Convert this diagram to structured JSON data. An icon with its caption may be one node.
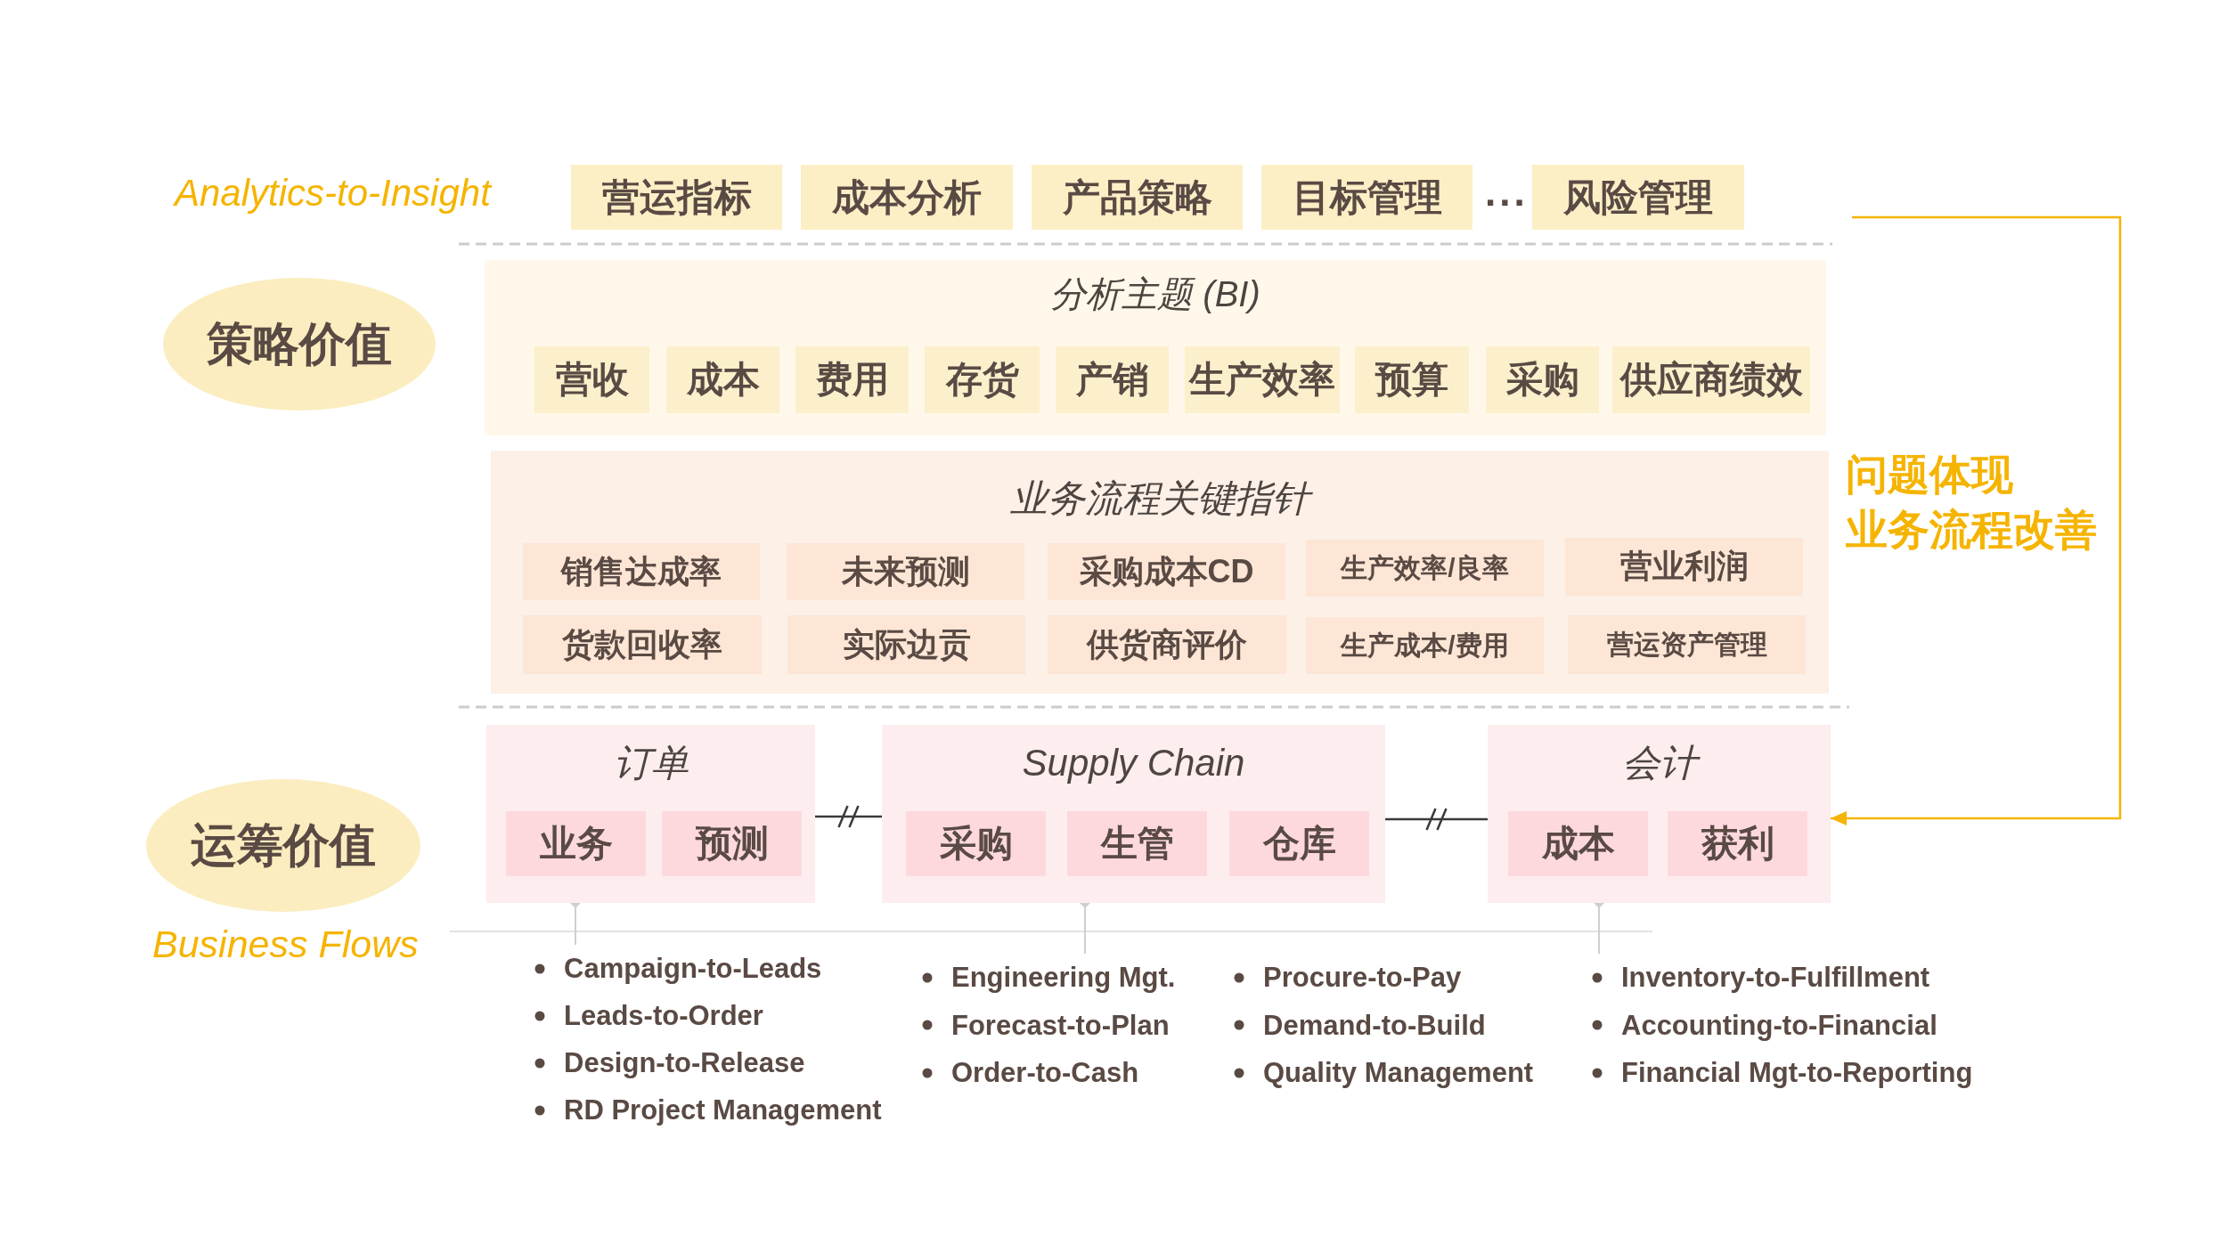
{
  "diagram": {
    "nodes": [
      {
        "text": [
          "营运指标"
        ]
      },
      {
        "text": [
          "成本分析"
        ]
      },
      {
        "text": [
          "产品策略"
        ]
      },
      {
        "text": [
          "目标管理"
        ]
      },
      {
        "text": [
          "风险管理"
        ]
      },
      {
        "text": [
          "策略价值"
        ]
      },
      {
        "text": [
          "分析主题 (BI)"
        ]
      },
      {
        "text": [
          "营收"
        ],
        "in": 6
      },
      {
        "text": [
          "成本"
        ],
        "in": 6
      },
      {
        "text": [
          "费用"
        ],
        "in": 6
      },
      {
        "text": [
          "存货"
        ],
        "in": 6
      },
      {
        "text": [
          "产销"
        ],
        "in": 6
      },
      {
        "text": [
          "生产效率"
        ],
        "in": 6
      },
      {
        "text": [
          "预算"
        ],
        "in": 6
      },
      {
        "text": [
          "采购"
        ],
        "in": 6
      },
      {
        "text": [
          "供应商绩效"
        ],
        "in": 6
      },
      {
        "text": [
          "业务流程关键指针"
        ]
      },
      {
        "text": [
          "销售达成率"
        ],
        "in": 16
      },
      {
        "text": [
          "未来预测"
        ],
        "in": 16
      },
      {
        "text": [
          "采购成本CD"
        ],
        "in": 16
      },
      {
        "text": [
          "生产效率/良率"
        ],
        "in": 16
      },
      {
        "text": [
          "营业利润"
        ],
        "in": 16
      },
      {
        "text": [
          "货款回收率"
        ],
        "in": 16
      },
      {
        "text": [
          "实际边贡"
        ],
        "in": 16
      },
      {
        "text": [
          "供货商评价"
        ],
        "in": 16
      },
      {
        "text": [
          "生产成本/费用"
        ],
        "in": 16
      },
      {
        "text": [
          "营运资产管理"
        ],
        "in": 16
      },
      {
        "text": [
          "运筹价值"
        ]
      },
      {
        "text": [
          "订单"
        ]
      },
      {
        "text": [
          "业务"
        ],
        "in": 28
      },
      {
        "text": [
          "预测"
        ],
        "in": 28
      },
      {
        "text": [
          "Supply Chain"
        ]
      },
      {
        "text": [
          "采购"
        ],
        "in": 31
      },
      {
        "text": [
          "生管"
        ],
        "in": 31
      },
      {
        "text": [
          "仓库"
        ],
        "in": 31
      },
      {
        "text": [
          "会计"
        ]
      },
      {
        "text": [
          "成本"
        ],
        "in": 35
      },
      {
        "text": [
          "获利"
        ],
        "in": 35
      },
      {
        "text": [
          "Campaign-to-Leads",
          "Leads-to-Order",
          "Design-to-Release",
          "RD Project Management"
        ]
      },
      {
        "text": [
          "Engineering Mgt.",
          "Forecast-to-Plan",
          "Order-to-Cash",
          "Procure-to-Pay",
          "Demand-to-Build",
          "Quality Management"
        ]
      },
      {
        "text": [
          "Inventory-to-Fulfillment",
          "Accounting-to-Financial",
          "Financial Mgt-to-Reporting"
        ]
      }
    ],
    "edges": [
      {
        "from": 28,
        "to": 31,
        "arrow": "none",
        "color": "#3a3a3a"
      },
      {
        "from": 31,
        "to": 35,
        "arrow": "none",
        "color": "#3a3a3a"
      },
      {
        "from": 28,
        "to": 38,
        "arrow": "other"
      },
      {
        "from": 31,
        "to": 39,
        "arrow": "other"
      },
      {
        "from": 35,
        "to": 40,
        "arrow": "other"
      },
      {
        "from": null,
        "to": 35,
        "arrow": "to",
        "color": "#f5b400"
      }
    ],
    "labels": [
      "Analytics-to-Insight",
      "...",
      "问题体现",
      "业务流程改善",
      "Business Flows"
    ]
  }
}
